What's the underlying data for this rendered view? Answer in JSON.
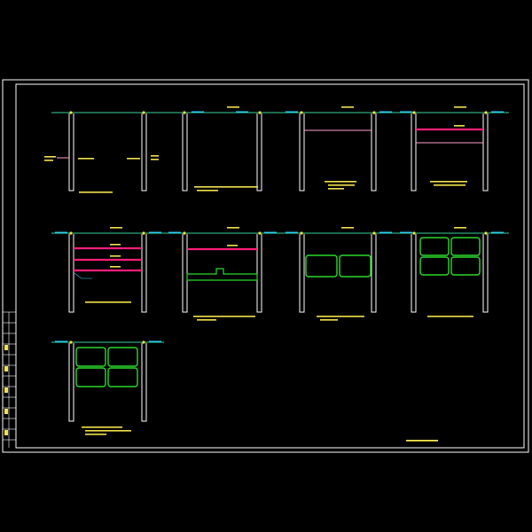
{
  "sheet": {
    "title": "",
    "note_text": ""
  },
  "colors": {
    "background": "#000000",
    "wall": "#ffffff",
    "ground": "#39d39a",
    "grid_marker": "#f2e24a",
    "strut": "#ff1f7a",
    "strut_thin": "#ff9fcb",
    "structure": "#2bd92b",
    "annotation": "#f2e24a",
    "elevation": "#27d3ff"
  },
  "panels": [
    {
      "id": 1,
      "struts": [],
      "slab": false,
      "boxes": false
    },
    {
      "id": 2,
      "struts": [],
      "slab": false,
      "boxes": false
    },
    {
      "id": 3,
      "struts": [
        "thin"
      ],
      "slab": false,
      "boxes": false
    },
    {
      "id": 4,
      "struts": [
        "main",
        "thin"
      ],
      "slab": false,
      "boxes": false
    },
    {
      "id": 5,
      "struts": [
        "main",
        "main",
        "main"
      ],
      "slab": false,
      "boxes": false
    },
    {
      "id": 6,
      "struts": [
        "main"
      ],
      "slab": true,
      "boxes": false
    },
    {
      "id": 7,
      "struts": [],
      "slab": false,
      "boxes": true
    },
    {
      "id": 8,
      "struts": [],
      "slab": false,
      "boxes": true
    },
    {
      "id": 9,
      "struts": [],
      "slab": false,
      "boxes": true
    }
  ]
}
